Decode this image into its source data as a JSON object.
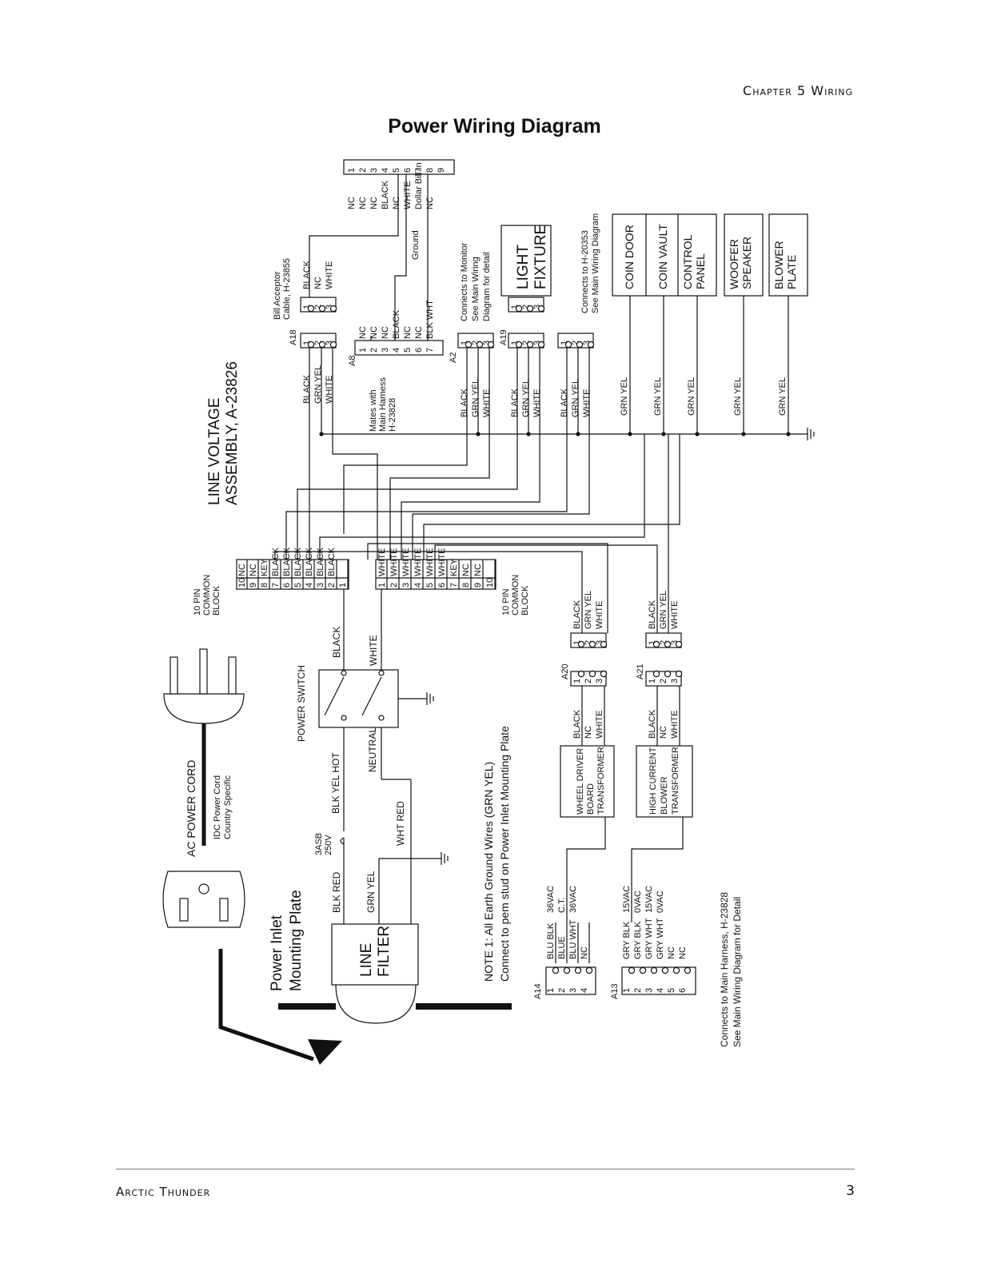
{
  "header": {
    "chapter": "Chapter 5 Wiring"
  },
  "title": "Power Wiring Diagram",
  "footer": {
    "game": "Arctic Thunder",
    "page": "3"
  },
  "diagram": {
    "line_voltage": [
      "LINE VOLTAGE",
      "ASSEMBLY, A-23826"
    ],
    "power_inlet": [
      "Power Inlet",
      "Mounting Plate"
    ],
    "ac_cord": {
      "title": "AC POWER CORD",
      "note": [
        "IDC Power Cord",
        "Country Specific"
      ]
    },
    "line_filter": [
      "LINE",
      "FILTER"
    ],
    "power_switch": "POWER SWITCH",
    "fuse": [
      "3ASB",
      "250V"
    ],
    "wires": {
      "blk_red": "BLK RED",
      "grn_yel_inlet": "GRN YEL",
      "blk_yel_hot": "BLK YEL HOT",
      "neutral": "NEUTRAL",
      "wht_red": "WHT RED",
      "black": "BLACK",
      "white": "WHITE"
    },
    "left_block": {
      "title": [
        "10 PIN",
        "COMMON",
        "BLOCK"
      ],
      "pins": [
        "10",
        "9",
        "8",
        "7",
        "6",
        "5",
        "4",
        "3",
        "2",
        "1"
      ],
      "labels": [
        "NC",
        "NC",
        "KEY",
        "BLACK",
        "BLACK",
        "BLACK",
        "BLACK",
        "BLACK",
        "BLACK",
        ""
      ]
    },
    "right_block": {
      "title": [
        "10 PIN",
        "COMMON",
        "BLOCK"
      ],
      "pins": [
        "1",
        "2",
        "3",
        "4",
        "5",
        "6",
        "7",
        "8",
        "9",
        "10"
      ],
      "labels": [
        "WHITE",
        "WHITE",
        "WHITE",
        "WHITE",
        "WHITE",
        "WHITE",
        "KEY",
        "NC",
        "NC",
        ""
      ]
    },
    "note": [
      "NOTE 1: All Earth Ground Wires (GRN YEL)",
      "Connect to pem stud on Power Inlet Mounting Plate"
    ],
    "a18": {
      "id": "A18",
      "pins": [
        "1",
        "2",
        "3"
      ],
      "wires": [
        "BLACK",
        "GRN YEL",
        "WHITE"
      ],
      "right": [
        "BLACK",
        "NC",
        "WHITE"
      ],
      "cable": [
        "Bill Acceptor",
        "Cable, H-23855"
      ]
    },
    "a8": {
      "id": "A8",
      "pins": [
        "1",
        "2",
        "3",
        "4",
        "5",
        "6",
        "7"
      ],
      "labels": [
        "NC",
        "NC",
        "NC",
        "BLACK",
        "NC",
        "NC",
        "BLK WHT"
      ],
      "mates": [
        "Mates with",
        "Main Harness",
        "H-23828"
      ]
    },
    "top9": {
      "pins": [
        "1",
        "2",
        "3",
        "4",
        "5",
        "6",
        "7",
        "8",
        "9"
      ],
      "labels": [
        "NC",
        "NC",
        "NC",
        "BLACK",
        "NC",
        "WHITE",
        "Dollar Bill In",
        "NC",
        ""
      ],
      "ground": "Ground"
    },
    "a2": {
      "id": "A2",
      "pins": [
        "1",
        "2",
        "3"
      ],
      "wires": [
        "BLACK",
        "GRN YEL",
        "WHITE"
      ],
      "note": [
        "Connects to Monitor",
        "See Main Wiring",
        "Diagram for detail"
      ]
    },
    "a19": {
      "id": "A19",
      "pins": [
        "1",
        "2",
        "3"
      ],
      "wires": [
        "BLACK",
        "GRN YEL",
        "WHITE"
      ],
      "fixture": [
        "LIGHT",
        "FIXTURE"
      ]
    },
    "a_unl": {
      "pins": [
        "1",
        "2",
        "3"
      ],
      "wires": [
        "BLACK",
        "GRN YEL",
        "WHITE"
      ],
      "note": [
        "Connects to H-20353",
        "See Main Wiring Diagram"
      ]
    },
    "grounds": [
      {
        "wire": "GRN YEL",
        "box": [
          "COIN DOOR"
        ]
      },
      {
        "wire": "GRN YEL",
        "box": [
          "COIN VAULT"
        ]
      },
      {
        "wire": "GRN YEL",
        "box": [
          "CONTROL",
          "PANEL"
        ]
      },
      {
        "wire": "GRN YEL",
        "box": [
          "WOOFER",
          "SPEAKER"
        ]
      },
      {
        "wire": "GRN YEL",
        "box": [
          "BLOWER",
          "PLATE"
        ]
      }
    ],
    "a20": {
      "id": "A20",
      "pins": [
        "1",
        "2",
        "3"
      ],
      "top_wires": [
        "BLACK",
        "GRN YEL",
        "WHITE"
      ],
      "bottom_wires": [
        "BLACK",
        "NC",
        "WHITE"
      ],
      "transformer": [
        "WHEEL DRIVER",
        "BOARD",
        "TRANSFORMER"
      ]
    },
    "a21": {
      "id": "A21",
      "pins": [
        "1",
        "2",
        "3"
      ],
      "top_wires": [
        "BLACK",
        "GRN YEL",
        "WHITE"
      ],
      "bottom_wires": [
        "BLACK",
        "NC",
        "WHITE"
      ],
      "transformer": [
        "HIGH CURRENT",
        "BLOWER",
        "TRANSFORMER"
      ]
    },
    "a14": {
      "id": "A14",
      "pins": [
        "1",
        "2",
        "3",
        "4"
      ],
      "wires": [
        "BLU BLK",
        "BLUE",
        "BLU WHT",
        "NC"
      ],
      "volts": [
        "36VAC",
        "C.T.",
        "36VAC",
        ""
      ]
    },
    "a13": {
      "id": "A13",
      "pins": [
        "1",
        "2",
        "3",
        "4",
        "5",
        "6"
      ],
      "wires": [
        "GRY BLK",
        "GRY BLK",
        "GRY WHT",
        "GRY WHT",
        "NC",
        "NC"
      ],
      "volts": [
        "15VAC",
        "0VAC",
        "15VAC",
        "0VAC",
        "",
        ""
      ]
    },
    "main_harness": [
      "Connects to Main Harness, H-23828",
      "See Main Wiring Diagram for Detail"
    ]
  }
}
